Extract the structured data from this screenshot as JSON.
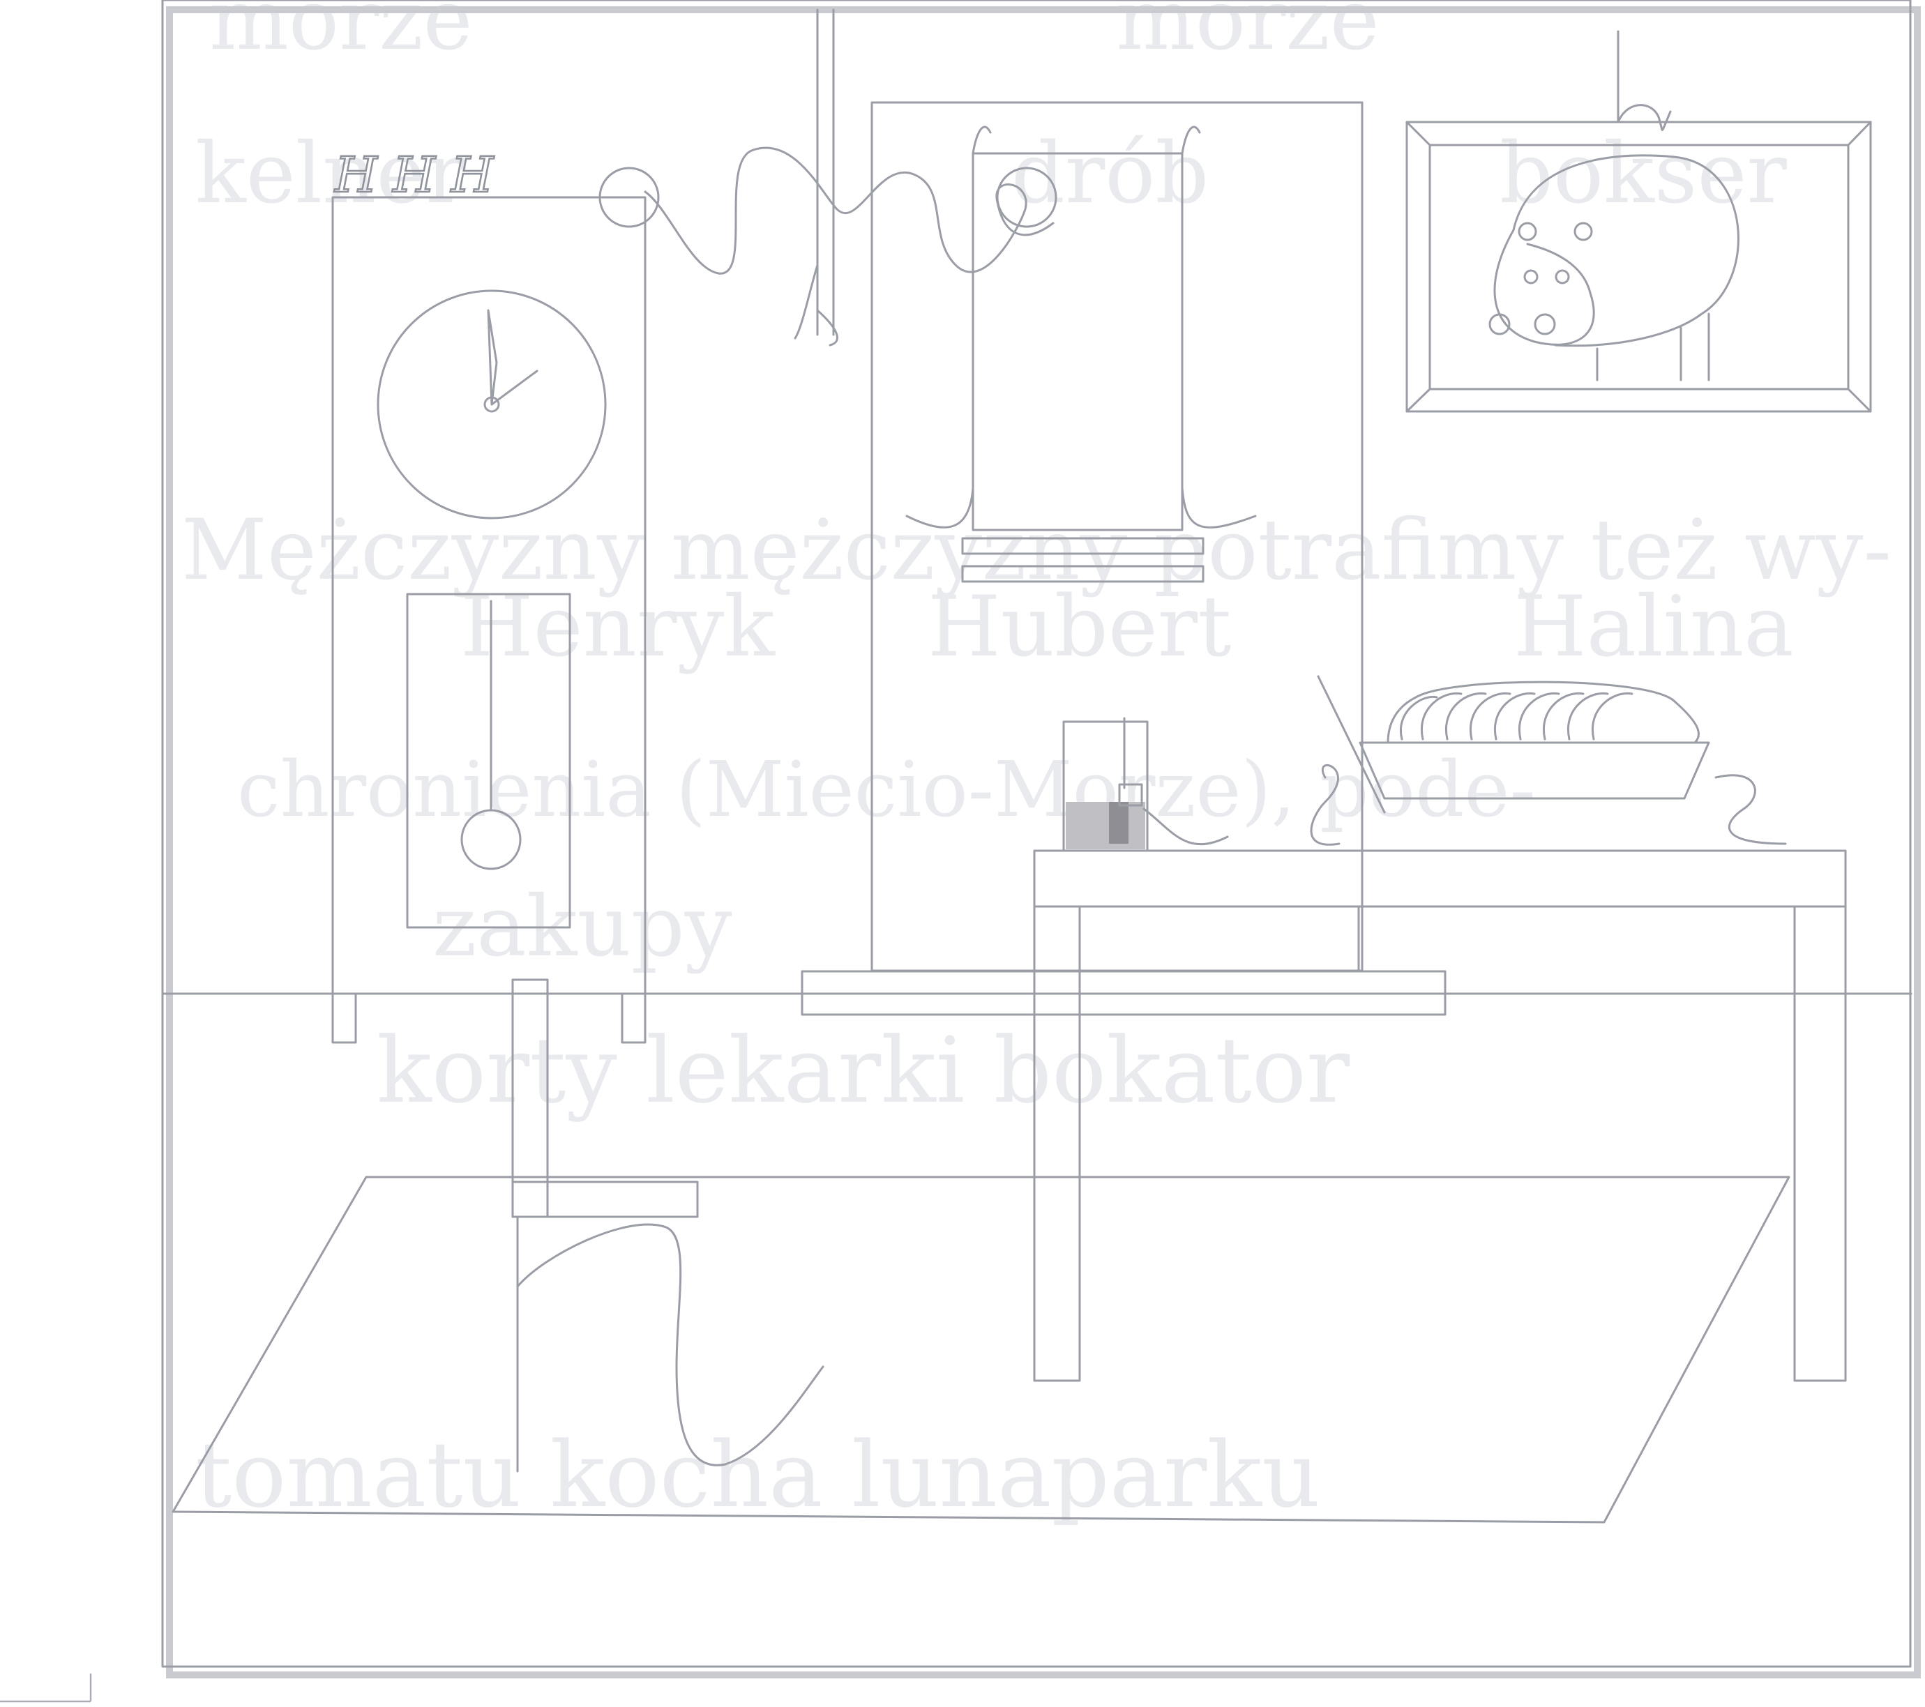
{
  "scene": {
    "ghost_words": {
      "w1": "morze",
      "w2": "morze",
      "w3": "bokser",
      "w4": "drób",
      "w5": "kelner",
      "w6": "Mężczyzny mężczyzny potrafimy też wy-",
      "w7": "Halina",
      "w8": "Hubert",
      "w9": "Henryk",
      "w10": "chronienia (Miecio-Morze), pode-",
      "w11": "zakupy",
      "w12": "korty lekarki bokator",
      "w13": "tomatu kocha lunaparku"
    },
    "clock_cursive_label": "H H H",
    "hippo_picture_label": "",
    "colors": {
      "line": "#9a9da6",
      "ghost_text": "#e9eaee",
      "frame_shadow": "#c9cbd0",
      "tea_liquid": "#bfbfc4",
      "tea_bag": "#8e8e94"
    },
    "icons": [
      "grandfather-clock-icon",
      "hanger-icon",
      "hippo-picture-icon",
      "table-icon",
      "chair-icon",
      "rug-icon",
      "glass-icon",
      "bread-basket-icon"
    ]
  }
}
